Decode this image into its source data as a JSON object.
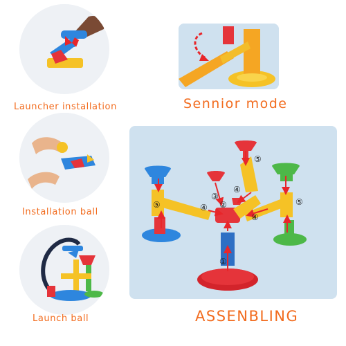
{
  "steps": [
    {
      "label": "Launcher installation",
      "icon": "launcher-hand-icon"
    },
    {
      "label": "Installation ball",
      "icon": "ball-hand-icon"
    },
    {
      "label": "Launch ball",
      "icon": "launch-track-icon"
    }
  ],
  "mode": {
    "label": "Sennior mode"
  },
  "assembly": {
    "label": "ASSENBLING",
    "markers": [
      "①",
      "②",
      "③",
      "④",
      "⑤",
      "④",
      "⑤",
      "④",
      "⑤"
    ]
  },
  "colors": {
    "accent": "#f26b1d",
    "panel_bg": "#cfe1ef",
    "arrow": "#e8262a",
    "red": "#e5343a",
    "yellow": "#f5c226",
    "blue": "#2e86de",
    "green": "#4db848"
  }
}
